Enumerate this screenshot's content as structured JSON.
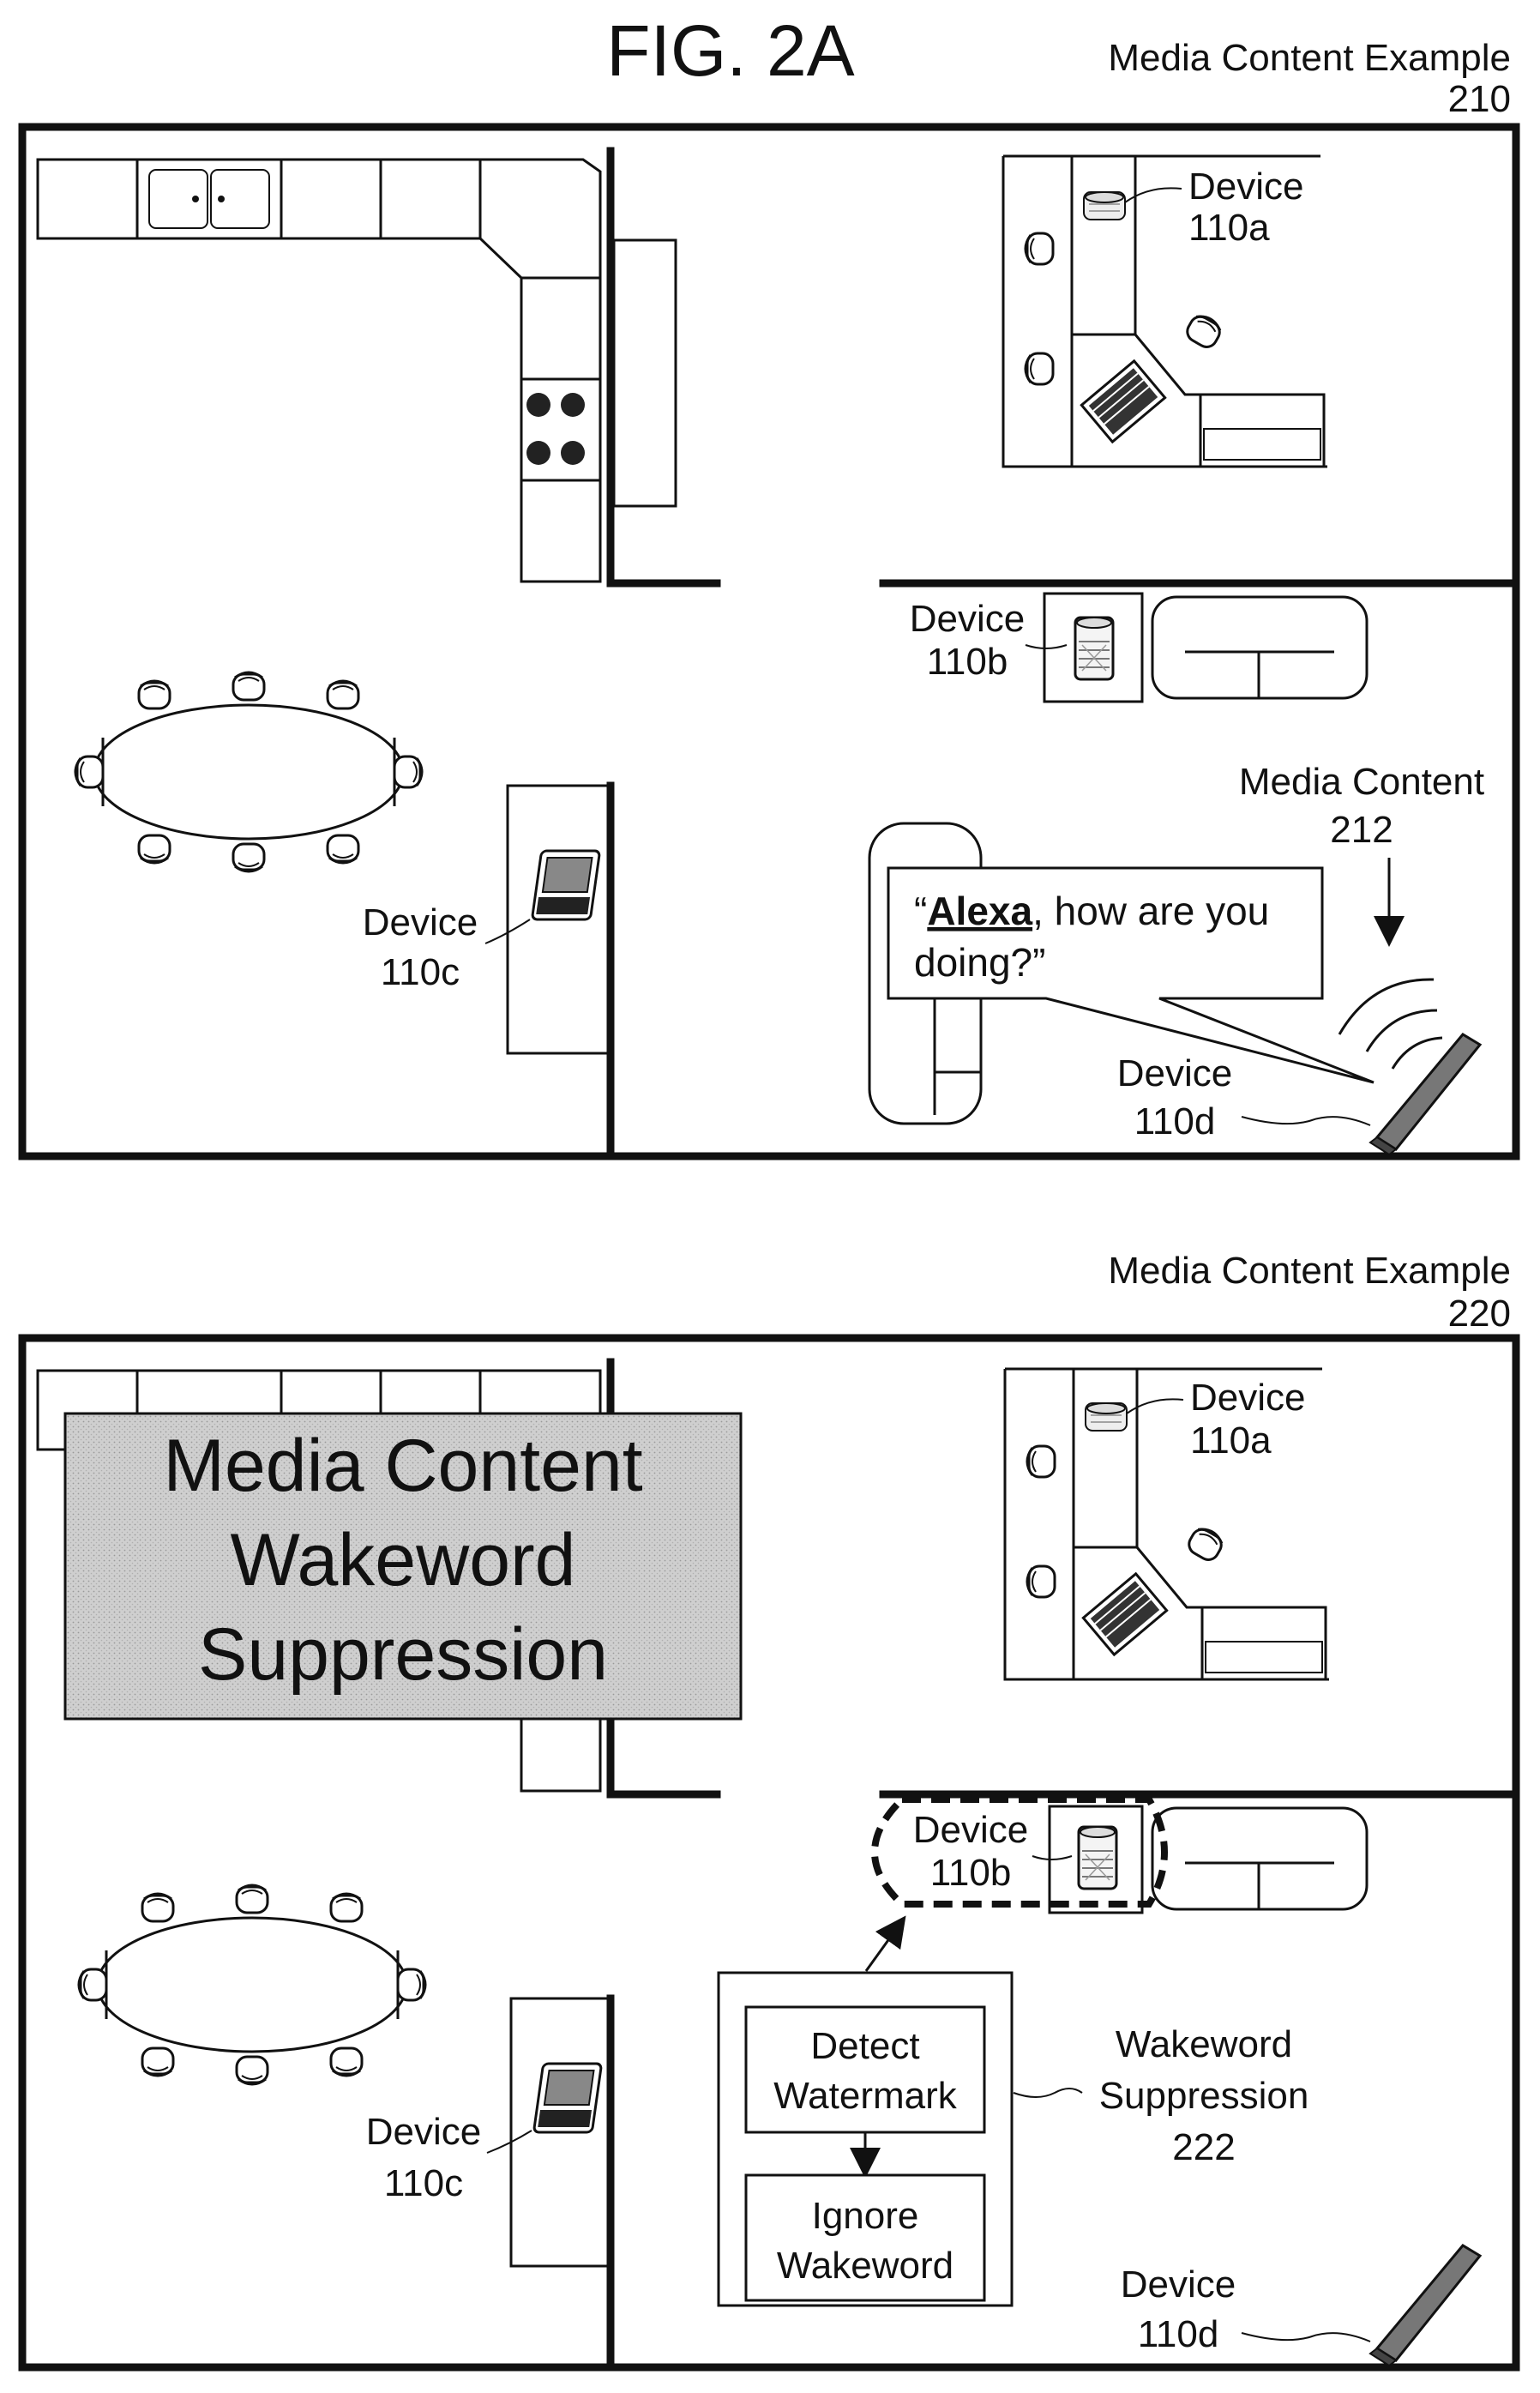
{
  "figure_title": "FIG. 2A",
  "examples": [
    {
      "label": "Media Content Example",
      "number": "210",
      "devices": {
        "a": {
          "label": "Device",
          "id": "110a"
        },
        "b": {
          "label": "Device",
          "id": "110b"
        },
        "c": {
          "label": "Device",
          "id": "110c"
        },
        "d": {
          "label": "Device",
          "id": "110d"
        }
      },
      "media_content": {
        "label": "Media Content",
        "number": "212"
      },
      "speech": {
        "open_quote": "“",
        "wakeword": "Alexa",
        "line1_rest": ", how are you",
        "line2": "doing?”"
      }
    },
    {
      "label": "Media Content Example",
      "number": "220",
      "devices": {
        "a": {
          "label": "Device",
          "id": "110a"
        },
        "b": {
          "label": "Device",
          "id": "110b"
        },
        "c": {
          "label": "Device",
          "id": "110c"
        },
        "d": {
          "label": "Device",
          "id": "110d"
        }
      },
      "overlay_title": [
        "Media Content",
        "Wakeword",
        "Suppression"
      ],
      "process": {
        "step1": [
          "Detect",
          "Watermark"
        ],
        "step2": [
          "Ignore",
          "Wakeword"
        ],
        "label": [
          "Wakeword",
          "Suppression"
        ],
        "number": "222"
      }
    }
  ]
}
